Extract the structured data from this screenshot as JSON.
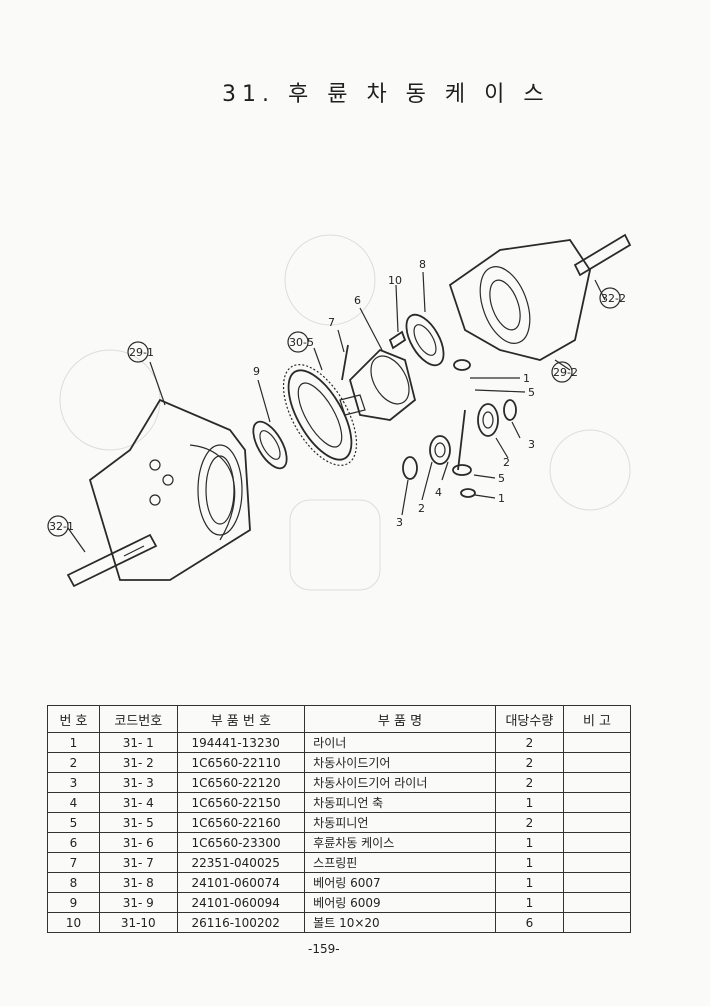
{
  "title": "31. 후 륜 차 동 케 이 스",
  "diagram": {
    "callouts": [
      "29-1",
      "32-1",
      "30-5",
      "7",
      "6",
      "10",
      "8",
      "9",
      "1",
      "5",
      "29-2",
      "32-2",
      "3",
      "2",
      "4",
      "5",
      "1",
      "3",
      "2"
    ]
  },
  "table": {
    "headers": [
      "번 호",
      "코드번호",
      "부 품 번 호",
      "부 품 명",
      "대당수량",
      "비 고"
    ],
    "rows": [
      [
        "1",
        "31- 1",
        "194441-13230",
        "라이너",
        "2",
        ""
      ],
      [
        "2",
        "31- 2",
        "1C6560-22110",
        "차동사이드기어",
        "2",
        ""
      ],
      [
        "3",
        "31- 3",
        "1C6560-22120",
        "차동사이드기어 라이너",
        "2",
        ""
      ],
      [
        "4",
        "31- 4",
        "1C6560-22150",
        "차동피니언 축",
        "1",
        ""
      ],
      [
        "5",
        "31- 5",
        "1C6560-22160",
        "차동피니언",
        "2",
        ""
      ],
      [
        "6",
        "31- 6",
        "1C6560-23300",
        "후륜차동 케이스",
        "1",
        ""
      ],
      [
        "7",
        "31- 7",
        "22351-040025",
        "스프링핀",
        "1",
        ""
      ],
      [
        "8",
        "31- 8",
        "24101-060074",
        "베어링 6007",
        "1",
        ""
      ],
      [
        "9",
        "31- 9",
        "24101-060094",
        "베어링 6009",
        "1",
        ""
      ],
      [
        "10",
        "31-10",
        "26116-100202",
        "볼트 10×20",
        "6",
        ""
      ]
    ]
  },
  "page_number": "-159-"
}
